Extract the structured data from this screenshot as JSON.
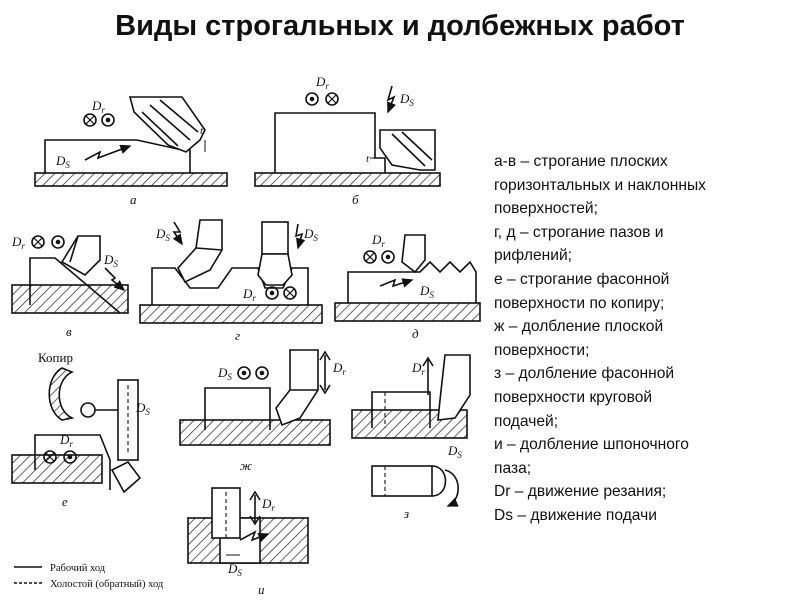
{
  "title": "Виды строгальных и долбежных работ",
  "symbols": {
    "dr_main": "D",
    "dr_sub": "r",
    "ds_main": "D",
    "ds_sub": "S",
    "t": "t"
  },
  "figure_labels": [
    "а",
    "б",
    "в",
    "г",
    "д",
    "е",
    "ж",
    "з",
    "и"
  ],
  "kopir_label": "Копир",
  "stroke_legend": {
    "working": "Рабочий ход",
    "idle": "Холостой (обратный)  ход"
  },
  "legend_lines": [
    "а-в – строгание плоских",
    "горизонтальных и наклонных",
    "поверхностей;",
    "г, д – строгание пазов и",
    "рифлений;",
    "е – строгание фасонной",
    "поверхности по копиру;",
    "ж – долбление плоской",
    "поверхности;",
    "з – долбление фасонной",
    "поверхности круговой",
    "подачей;",
    "и – долбление шпоночного",
    "паза;",
    "Dr – движение резания;",
    "Ds – движение подачи"
  ]
}
